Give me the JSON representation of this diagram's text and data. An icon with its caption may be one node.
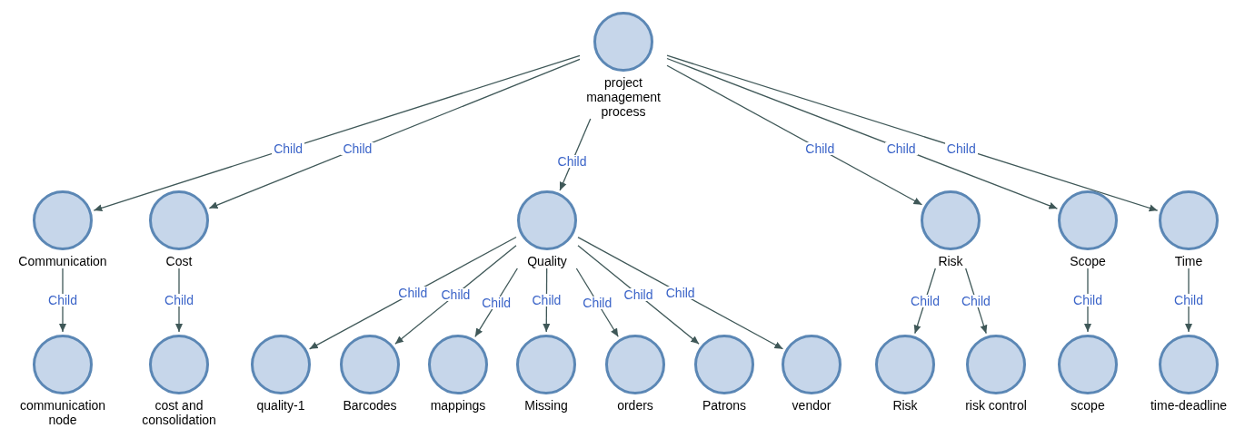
{
  "diagram": {
    "nodes": [
      {
        "text": [
          "project management process"
        ]
      },
      {
        "text": [
          "Communication"
        ]
      },
      {
        "text": [
          "Cost"
        ]
      },
      {
        "text": [
          "Quality"
        ]
      },
      {
        "text": [
          "Risk"
        ]
      },
      {
        "text": [
          "Scope"
        ]
      },
      {
        "text": [
          "Time"
        ]
      },
      {
        "text": [
          "communication node"
        ]
      },
      {
        "text": [
          "cost and consolidation"
        ]
      },
      {
        "text": [
          "quality-1"
        ]
      },
      {
        "text": [
          "Barcodes"
        ]
      },
      {
        "text": [
          "mappings"
        ]
      },
      {
        "text": [
          "Missing"
        ]
      },
      {
        "text": [
          "orders"
        ]
      },
      {
        "text": [
          "Patrons"
        ]
      },
      {
        "text": [
          "vendor"
        ]
      },
      {
        "text": [
          "Risk"
        ]
      },
      {
        "text": [
          "risk control"
        ]
      },
      {
        "text": [
          "scope"
        ]
      },
      {
        "text": [
          "time-deadline"
        ]
      }
    ],
    "edges": [
      {
        "from": 0,
        "to": 1,
        "arrow": "to",
        "label": "Child"
      },
      {
        "from": 0,
        "to": 2,
        "arrow": "to",
        "label": "Child"
      },
      {
        "from": 0,
        "to": 3,
        "arrow": "to",
        "label": "Child"
      },
      {
        "from": 0,
        "to": 4,
        "arrow": "to",
        "label": "Child"
      },
      {
        "from": 0,
        "to": 5,
        "arrow": "to",
        "label": "Child"
      },
      {
        "from": 0,
        "to": 6,
        "arrow": "to",
        "label": "Child"
      },
      {
        "from": 1,
        "to": 7,
        "arrow": "to",
        "label": "Child"
      },
      {
        "from": 2,
        "to": 8,
        "arrow": "to",
        "label": "Child"
      },
      {
        "from": 3,
        "to": 9,
        "arrow": "to",
        "label": "Child"
      },
      {
        "from": 3,
        "to": 10,
        "arrow": "to",
        "label": "Child"
      },
      {
        "from": 3,
        "to": 11,
        "arrow": "to",
        "label": "Child"
      },
      {
        "from": 3,
        "to": 12,
        "arrow": "to",
        "label": "Child"
      },
      {
        "from": 3,
        "to": 13,
        "arrow": "to",
        "label": "Child"
      },
      {
        "from": 3,
        "to": 14,
        "arrow": "to",
        "label": "Child"
      },
      {
        "from": 3,
        "to": 15,
        "arrow": "to",
        "label": "Child"
      },
      {
        "from": 4,
        "to": 16,
        "arrow": "to",
        "label": "Child"
      },
      {
        "from": 4,
        "to": 17,
        "arrow": "to",
        "label": "Child"
      },
      {
        "from": 5,
        "to": 18,
        "arrow": "to",
        "label": "Child"
      },
      {
        "from": 6,
        "to": 19,
        "arrow": "to",
        "label": "Child"
      }
    ]
  }
}
